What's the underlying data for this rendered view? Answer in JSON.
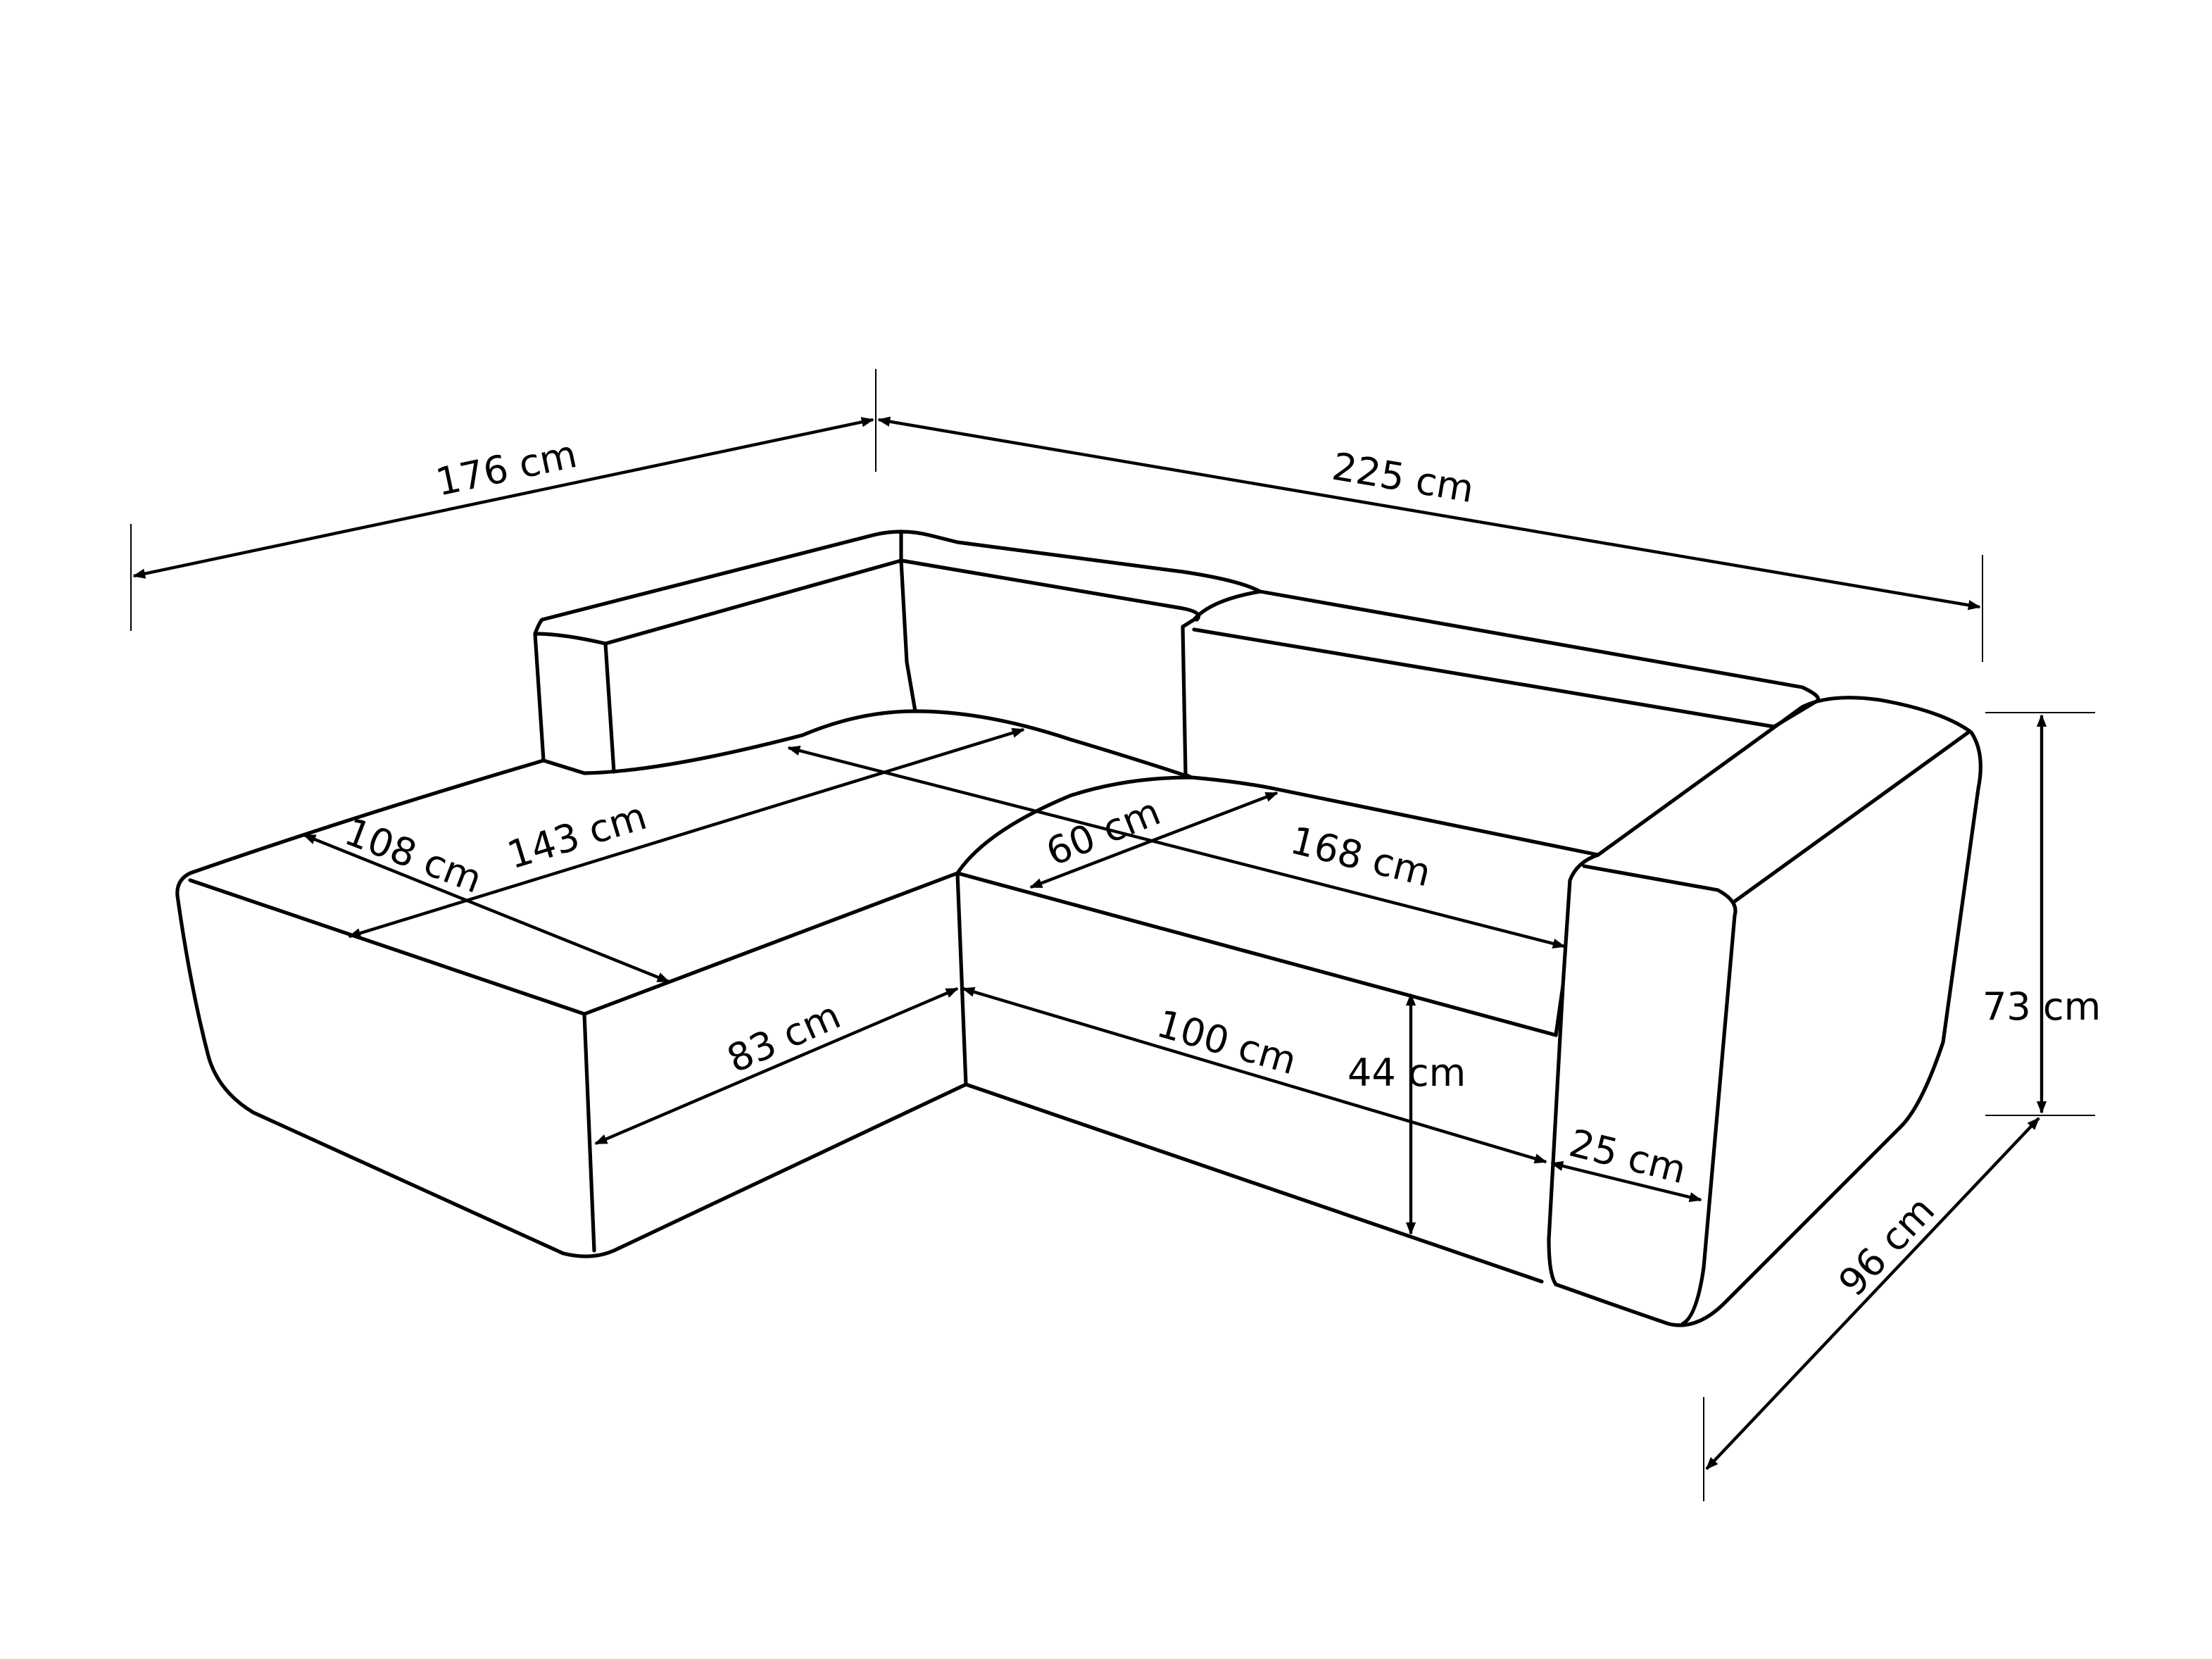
{
  "diagram": {
    "title": "Corner sofa dimension drawing",
    "type": "technical line drawing",
    "line_color": "#000000",
    "background": "#ffffff",
    "dimensions": {
      "overall_left_width": "176 cm",
      "overall_right_width": "225 cm",
      "overall_height": "73 cm",
      "overall_depth": "96 cm",
      "chaise_length": "143 cm",
      "chaise_depth": "108 cm",
      "chaise_front_width": "83 cm",
      "seat_depth": "60 cm",
      "seat_width": "168 cm",
      "front_width": "100 cm",
      "seat_height": "44 cm",
      "armrest_width": "25 cm"
    }
  }
}
